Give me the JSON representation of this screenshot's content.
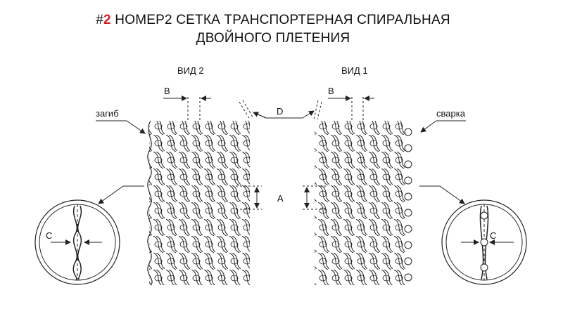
{
  "title": {
    "hash": "#",
    "number": "2",
    "line1": "НОМЕР2 СЕТКА ТРАНСПОРТЕРНАЯ СПИРАЛЬНАЯ",
    "line2": "ДВОЙНОГО ПЛЕТЕНИЯ"
  },
  "labels": {
    "view2": "ВИД  2",
    "view1": "ВИД  1",
    "b_left": "B",
    "b_right": "B",
    "d": "D",
    "a": "A",
    "c_left": "C",
    "c_right": "C",
    "bend": "загиб",
    "weld": "сварка"
  },
  "colors": {
    "accent": "#d0202a",
    "line": "#222222"
  }
}
